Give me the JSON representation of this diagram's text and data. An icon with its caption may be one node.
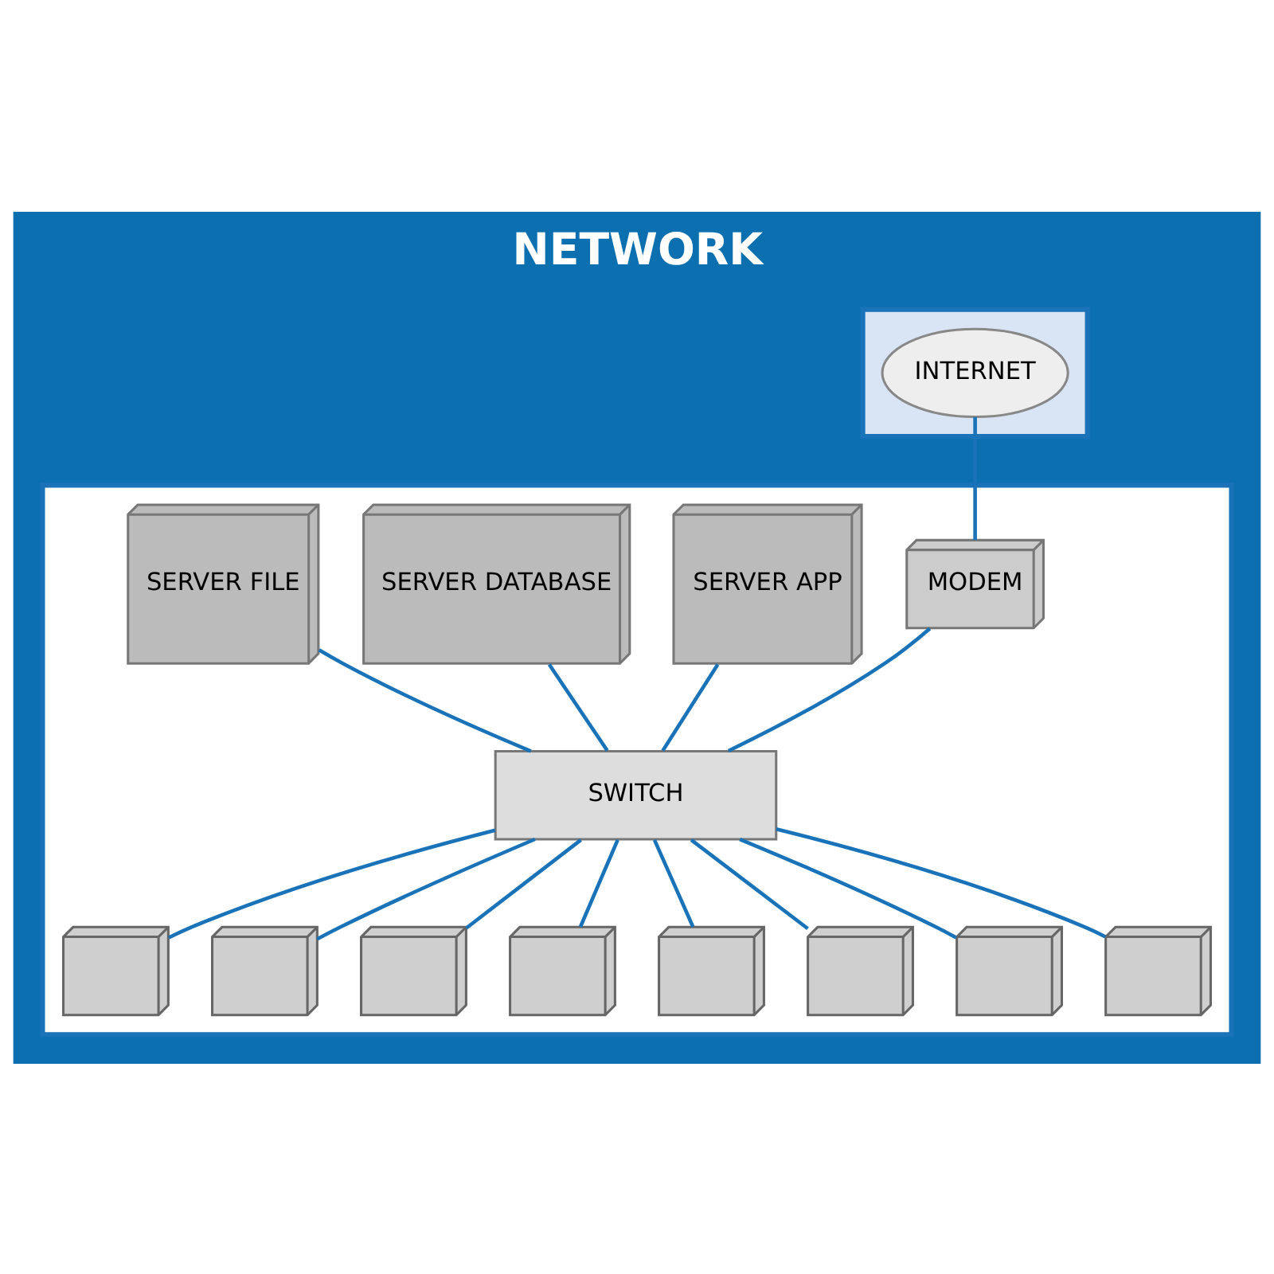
{
  "diagram": {
    "title": "NETWORK",
    "nodes": [
      {
        "text": [],
        "shape": "box"
      },
      {
        "text": [
          "INTERNET"
        ],
        "in": 0
      },
      {
        "text": [],
        "shape": "box"
      },
      {
        "text": [
          "MODEM"
        ],
        "in": 2
      },
      {
        "text": [
          "SERVER APP"
        ],
        "in": 2
      },
      {
        "text": [
          "SERVER DATABASE"
        ],
        "in": 2
      },
      {
        "text": [
          "SERVER FILE"
        ],
        "in": 2
      },
      {
        "text": [
          "SWITCH"
        ],
        "in": 2
      },
      {
        "text": [],
        "shape": "computer",
        "in": 2
      },
      {
        "text": [],
        "shape": "computer",
        "in": 2
      },
      {
        "text": [],
        "shape": "computer",
        "in": 2
      },
      {
        "text": [],
        "shape": "computer",
        "in": 2
      },
      {
        "text": [],
        "shape": "computer",
        "in": 2
      },
      {
        "text": [],
        "shape": "computer",
        "in": 2
      },
      {
        "text": [],
        "shape": "computer",
        "in": 2
      },
      {
        "text": [],
        "shape": "computer",
        "in": 2
      }
    ],
    "edges": [
      {
        "from": 1,
        "to": 3,
        "arrow": "none"
      },
      {
        "from": 3,
        "to": 7,
        "arrow": "none"
      },
      {
        "from": 4,
        "to": 7,
        "arrow": "none"
      },
      {
        "from": 5,
        "to": 7,
        "arrow": "none"
      },
      {
        "from": 6,
        "to": 7,
        "arrow": "none"
      },
      {
        "from": 7,
        "to": 8,
        "arrow": "none"
      },
      {
        "from": 7,
        "to": 9,
        "arrow": "none"
      },
      {
        "from": 7,
        "to": 10,
        "arrow": "none"
      },
      {
        "from": 7,
        "to": 11,
        "arrow": "none"
      },
      {
        "from": 7,
        "to": 12,
        "arrow": "none"
      },
      {
        "from": 7,
        "to": 13,
        "arrow": "none"
      },
      {
        "from": 7,
        "to": 14,
        "arrow": "none"
      },
      {
        "from": 7,
        "to": 15,
        "arrow": "none"
      }
    ]
  }
}
